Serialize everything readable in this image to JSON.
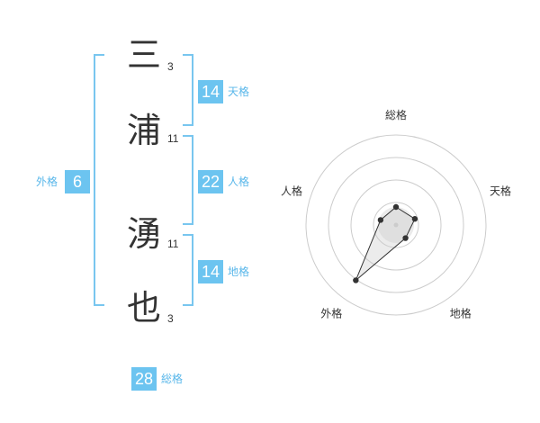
{
  "name_chars": [
    {
      "char": "三",
      "strokes": "3"
    },
    {
      "char": "浦",
      "strokes": "11"
    },
    {
      "char": "湧",
      "strokes": "11"
    },
    {
      "char": "也",
      "strokes": "3"
    }
  ],
  "kakusu": {
    "tenkaku": {
      "value": "14",
      "label": "天格"
    },
    "jinkaku": {
      "value": "22",
      "label": "人格"
    },
    "chikaku": {
      "value": "14",
      "label": "地格"
    },
    "gaikaku": {
      "value": "6",
      "label": "外格"
    },
    "soukaku": {
      "value": "28",
      "label": "総格"
    }
  },
  "colors": {
    "accent": "#6cc4f0",
    "bracket": "#79c6ef",
    "accent_text": "#59b7ea",
    "text": "#333333"
  },
  "chart_data": {
    "type": "radar",
    "axes": [
      "総格",
      "天格",
      "地格",
      "外格",
      "人格"
    ],
    "values": [
      1.0,
      1.1,
      0.9,
      3.8,
      0.9
    ],
    "rmax": 5,
    "rings": 4
  }
}
